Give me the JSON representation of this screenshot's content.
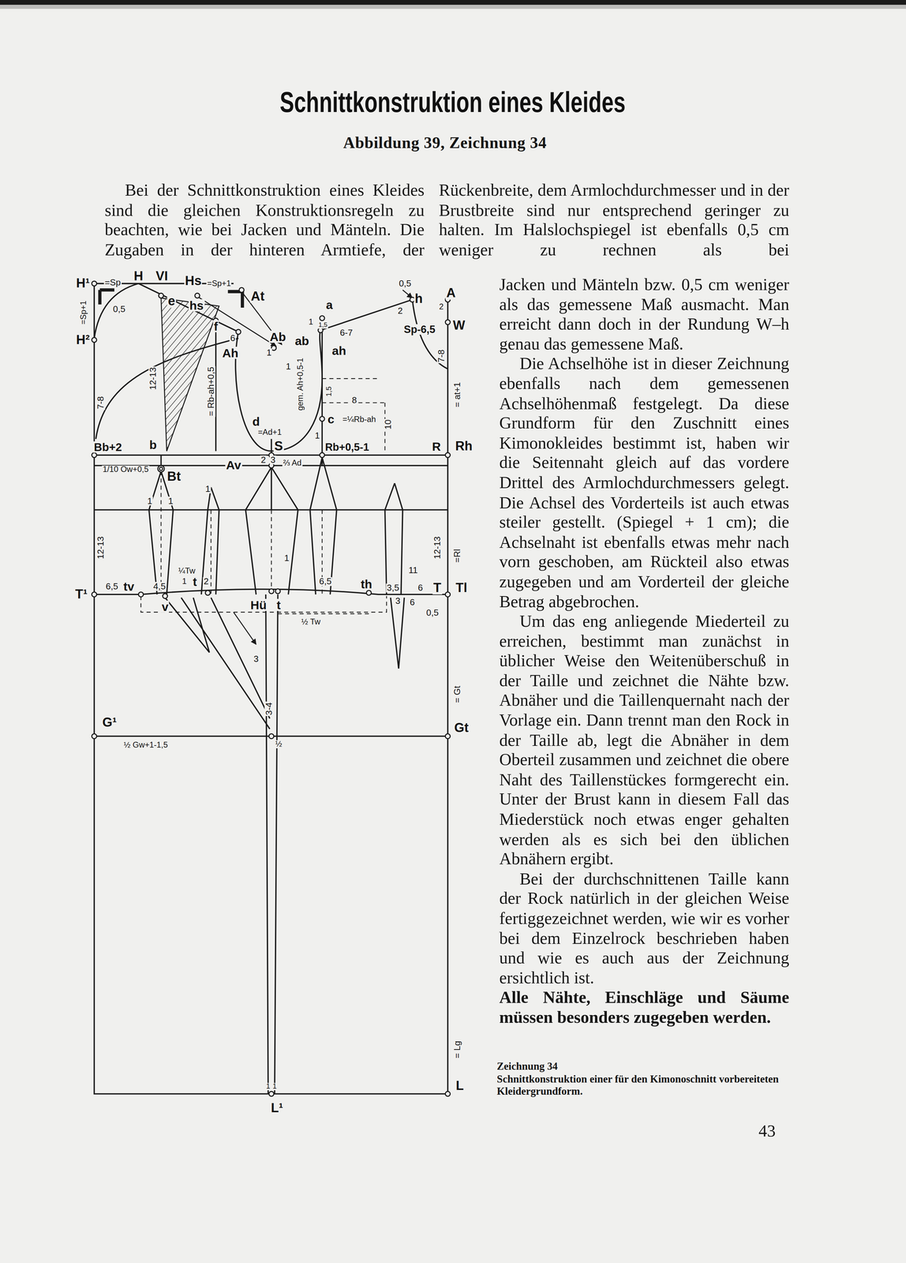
{
  "diagram": {
    "title": "Schnittkonstruktion eines Kleides",
    "caption": "Schnittkonstruktion einer für den Kimonoschnitt vorbereiteten Kleidergrundform.",
    "labels": [
      "Abbildung 39, Zeichnung 34",
      "Bei der Schnittkonstruktion eines Kleides sind die gleichen Konstruktionsregeln zu beachten, wie bei Jacken und Mänteln. Die Zugaben in der hinteren Armtiefe, der",
      "Rückenbreite, dem Armlochdurchmesser und in der Brustbreite sind nur entsprechend geringer zu halten. Im Halslochspiegel ist ebenfalls 0,5 cm weniger zu rechnen als bei",
      "Jacken und Mänteln bzw. 0,5 cm weniger als das gemessene Maß ausmacht. Man erreicht dann doch in der Rundung W–h genau das gemessene Maß.",
      "Die Achselhöhe ist in dieser Zeichnung ebenfalls nach dem gemessenen Achselhöhenmaß festgelegt. Da diese Grundform für den Zuschnitt eines Kimonokleides bestimmt ist, haben wir die Seitennaht gleich auf das vordere Drittel des Armlochdurchmessers gelegt. Die Achsel des Vorderteils ist auch etwas steiler gestellt. (Spiegel + 1 cm); die Achselnaht ist ebenfalls etwas mehr nach vorn geschoben, am Rückteil also etwas zugegeben und am Vorderteil der gleiche Betrag abgebrochen.",
      "Um das eng anliegende Miederteil zu erreichen, bestimmt man zunächst in üblicher Weise den Weitenüberschuß in der Taille und zeichnet die Nähte bzw. Abnäher und die Taillenquernaht nach der Vorlage ein. Dann trennt man den Rock in der Taille ab, legt die Abnäher in dem Oberteil zusammen und zeichnet die obere Naht des Taillenstückes formgerecht ein. Unter der Brust kann in diesem Fall das Miederstück noch etwas enger gehalten werden als es sich bei den üblichen Abnähern ergibt.",
      "Bei der durchschnittenen Taille kann der Rock natürlich in der gleichen Weise fertiggezeichnet werden, wie wir es vorher bei dem Einzelrock beschrieben haben und wie es auch aus der Zeichnung ersichtlich ist.",
      "Alle Nähte, Einschläge und Säume müssen besonders zugegeben werden.",
      "Zeichnung 34",
      "43",
      "H¹",
      "=Sp",
      "H",
      "VI",
      "Hs",
      "=Sp+1",
      "At",
      "e",
      "hs",
      "f",
      "0,5",
      "=Sp+1",
      "H²",
      "6",
      "Ah",
      "1",
      "1",
      "Ab",
      "ab",
      "1",
      "1,5",
      "6-7",
      "ah",
      "a",
      "0,5",
      "h",
      "2",
      "A",
      "2",
      "Sp-6,5",
      "W",
      "7-8",
      "= Rb-ah+0,5",
      "12-13",
      "7-8",
      "gem. Ah+0,5-1",
      "1,5",
      "8",
      "c",
      "=¼Rb-ah",
      "10",
      "d",
      "=Ad+1",
      "1",
      "= at+1",
      "Bb+2",
      "b",
      "Av",
      "S",
      "Rb+0,5-1",
      "R",
      "Rh",
      "1/10 Ow+0,5",
      "Bt",
      "2",
      "3",
      "⅔ Ad",
      "1",
      "1",
      "1",
      "12-13",
      "¼Tw",
      "1",
      "2",
      "1",
      "12-13",
      "=Rl",
      "T¹",
      "6,5",
      "tv",
      "4,5",
      "t",
      "Hü",
      "t",
      "6,5",
      "th",
      "3,5",
      "6",
      "T",
      "Tl",
      "11",
      "v",
      "3",
      "6",
      "0,5",
      "½ Tw",
      "3",
      "3-4",
      "G¹",
      "½ Gw+1-1,5",
      "½",
      "Gt",
      "= Gt",
      "= Lg",
      "L",
      "1",
      "1",
      "L¹"
    ]
  }
}
